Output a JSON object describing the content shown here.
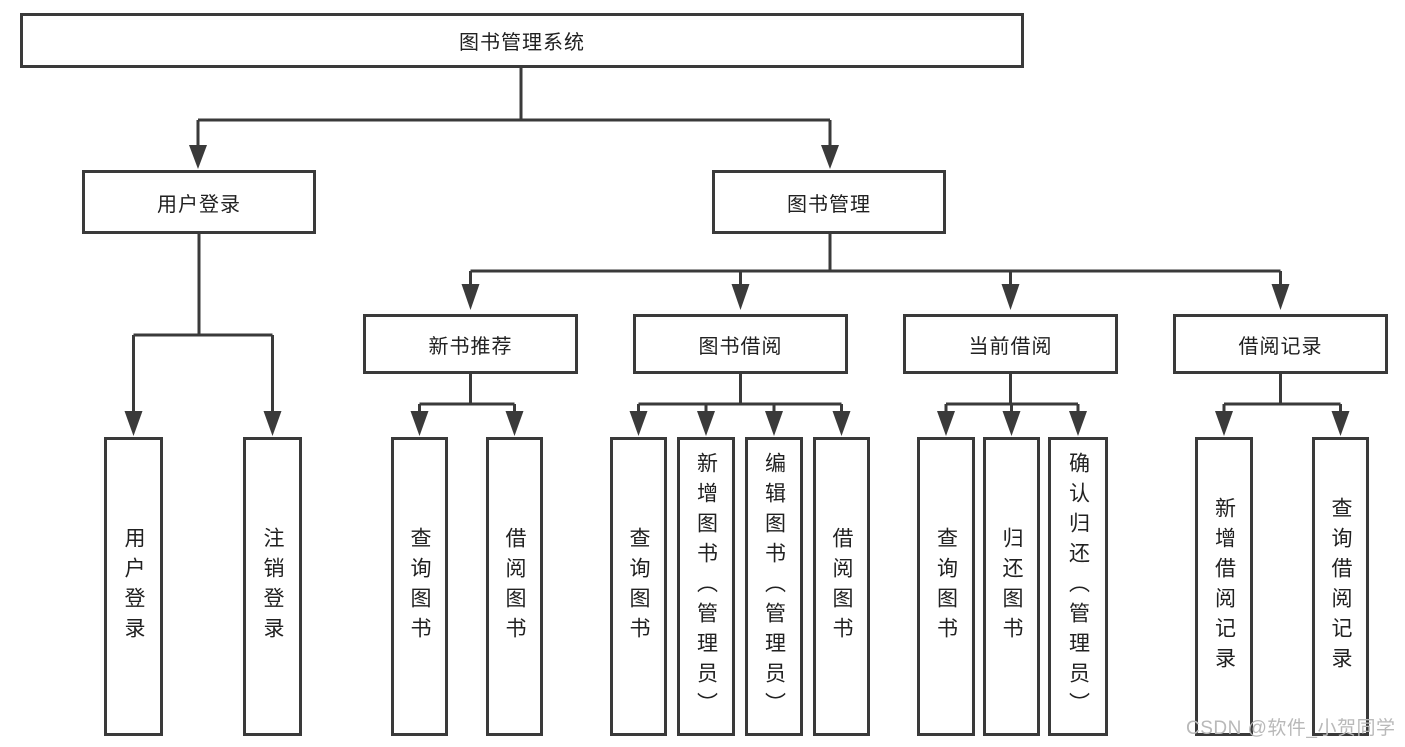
{
  "diagram": {
    "root": {
      "label": "图书管理系统"
    },
    "branches": [
      {
        "label": "用户登录",
        "children": [
          {
            "label": "用户登录"
          },
          {
            "label": "注销登录"
          }
        ]
      },
      {
        "label": "图书管理",
        "children": [
          {
            "label": "新书推荐",
            "children": [
              {
                "label": "查询图书"
              },
              {
                "label": "借阅图书"
              }
            ]
          },
          {
            "label": "图书借阅",
            "children": [
              {
                "label": "查询图书"
              },
              {
                "label": "新增图书（管理员）"
              },
              {
                "label": "编辑图书（管理员）"
              },
              {
                "label": "借阅图书"
              }
            ]
          },
          {
            "label": "当前借阅",
            "children": [
              {
                "label": "查询图书"
              },
              {
                "label": "归还图书"
              },
              {
                "label": "确认归还（管理员）"
              }
            ]
          },
          {
            "label": "借阅记录",
            "children": [
              {
                "label": "新增借阅记录"
              },
              {
                "label": "查询借阅记录"
              }
            ]
          }
        ]
      }
    ],
    "watermark": "CSDN @软件_小贺同学",
    "colors": {
      "line": "#3a3a3a",
      "box_border": "#3a3a3a",
      "text": "#212121",
      "watermark": "#b9b9b9",
      "background": "#ffffff"
    }
  }
}
